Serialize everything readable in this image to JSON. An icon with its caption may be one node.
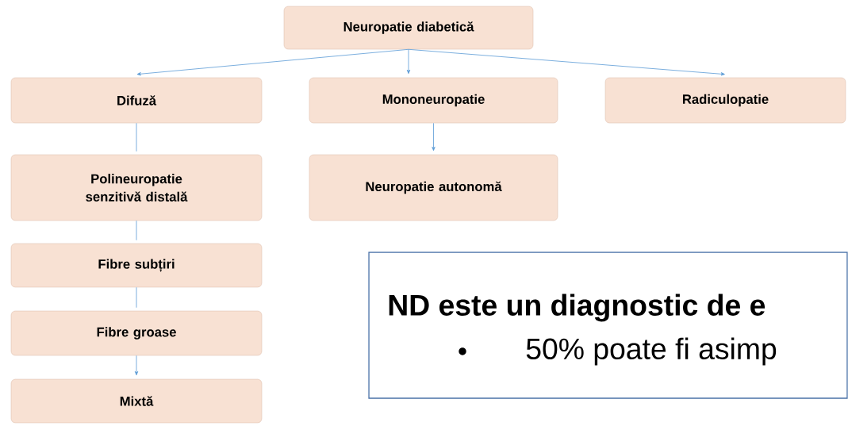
{
  "diagram": {
    "nodes": [
      {
        "text": [
          "Neuropatie diabetică"
        ]
      },
      {
        "text": [
          "Difuză"
        ]
      },
      {
        "text": [
          "Mononeuropatie"
        ]
      },
      {
        "text": [
          "Radiculopatie"
        ]
      },
      {
        "text": [
          "Polineuropatie senzitivă distală"
        ]
      },
      {
        "text": [
          "Neuropatie autonomă"
        ]
      },
      {
        "text": [
          "Fibre subțiri"
        ]
      },
      {
        "text": [
          "Fibre groase"
        ]
      },
      {
        "text": [
          "Mixtă"
        ]
      },
      {
        "text": [
          "ND este un diagnostic de e",
          "50% poate fi asimp"
        ]
      }
    ],
    "edges": [
      {
        "from": 0,
        "to": 1,
        "arrow": "to"
      },
      {
        "from": 0,
        "to": 2,
        "arrow": "to"
      },
      {
        "from": 0,
        "to": 3,
        "arrow": "to"
      },
      {
        "from": 1,
        "to": 4,
        "arrow": "none"
      },
      {
        "from": 2,
        "to": 5,
        "arrow": "to"
      },
      {
        "from": 4,
        "to": 6,
        "arrow": "none"
      },
      {
        "from": 6,
        "to": 7,
        "arrow": "none"
      },
      {
        "from": 7,
        "to": 8,
        "arrow": "to"
      }
    ]
  }
}
